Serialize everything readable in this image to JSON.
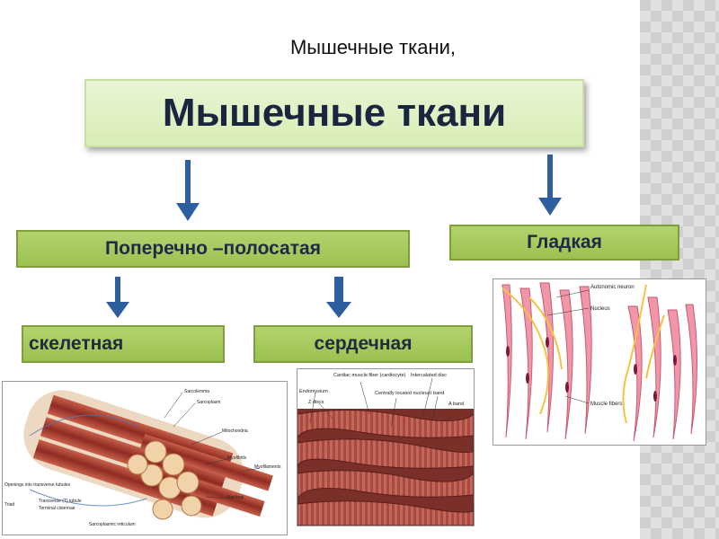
{
  "slide": {
    "top_title": "Мышечные ткани,",
    "main_title": "Мышечные ткани"
  },
  "boxes": {
    "cross_striated": "Поперечно –полосатая",
    "smooth": "Гладкая",
    "skeletal": "скелетная",
    "cardiac": "сердечная"
  },
  "figures": {
    "skeletal_labels": [
      "Sarcolemma",
      "Sarcoplasm",
      "Mitochondria",
      "Myofibrils",
      "Myofilaments",
      "Nucleus",
      "Openings into transverse tubules",
      "Triad",
      "Transverse (T) tubule",
      "Terminal cisternae",
      "Sarcoplasmic reticulum"
    ],
    "cardiac_labels": [
      "Cardiac muscle fiber (cardiocyte)",
      "Intercalated disc",
      "Endomysium",
      "Z discs",
      "Centrally located nucleus",
      "I band",
      "A band"
    ],
    "smooth_labels": [
      "Autonomic neuron",
      "Nucleus",
      "Muscle fibers"
    ]
  },
  "colors": {
    "box_green": "#a6c85c",
    "main_box": "#e2f1c6",
    "arrow_blue": "#2d5f9e",
    "text_dark": "#1f2a44"
  }
}
